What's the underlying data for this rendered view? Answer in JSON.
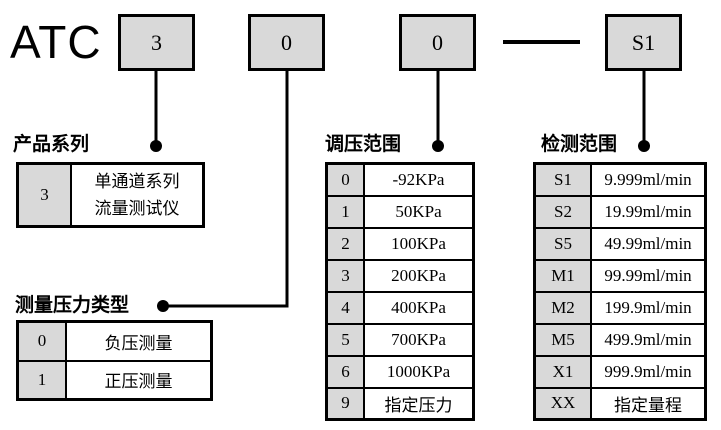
{
  "brand": "ATC",
  "model_boxes": [
    {
      "label": "3"
    },
    {
      "label": "0"
    },
    {
      "label": "0"
    },
    {
      "label": "S1"
    }
  ],
  "separator": "—",
  "colors": {
    "box_fill": "#d9d9d9",
    "line": "#000000",
    "background": "#ffffff"
  },
  "sections": {
    "product_series": {
      "title": "产品系列",
      "rows": [
        {
          "code": "3",
          "desc": "单通道系列\n流量测试仪"
        }
      ]
    },
    "pressure_type": {
      "title": "测量压力类型",
      "rows": [
        {
          "code": "0",
          "desc": "负压测量"
        },
        {
          "code": "1",
          "desc": "正压测量"
        }
      ]
    },
    "regulation_range": {
      "title": "调压范围",
      "rows": [
        {
          "code": "0",
          "desc": "-92KPa"
        },
        {
          "code": "1",
          "desc": "50KPa"
        },
        {
          "code": "2",
          "desc": "100KPa"
        },
        {
          "code": "3",
          "desc": "200KPa"
        },
        {
          "code": "4",
          "desc": "400KPa"
        },
        {
          "code": "5",
          "desc": "700KPa"
        },
        {
          "code": "6",
          "desc": "1000KPa"
        },
        {
          "code": "9",
          "desc": "指定压力"
        }
      ]
    },
    "detection_range": {
      "title": "检测范围",
      "rows": [
        {
          "code": "S1",
          "desc": "9.999ml/min"
        },
        {
          "code": "S2",
          "desc": "19.99ml/min"
        },
        {
          "code": "S5",
          "desc": "49.99ml/min"
        },
        {
          "code": "M1",
          "desc": "99.99ml/min"
        },
        {
          "code": "M2",
          "desc": "199.9ml/min"
        },
        {
          "code": "M5",
          "desc": "499.9ml/min"
        },
        {
          "code": "X1",
          "desc": "999.9ml/min"
        },
        {
          "code": "XX",
          "desc": "指定量程"
        }
      ]
    }
  }
}
